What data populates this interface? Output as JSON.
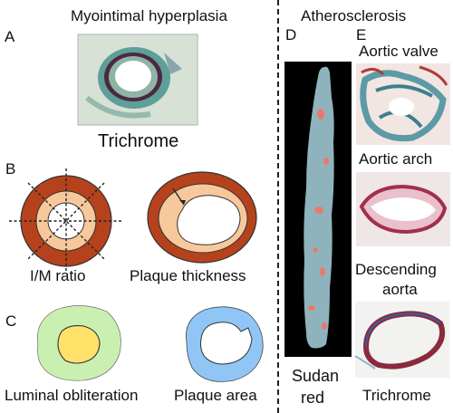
{
  "left": {
    "heading": "Myointimal hyperplasia",
    "panel_a": {
      "letter": "A",
      "caption": "Trichrome"
    },
    "panel_b": {
      "letter": "B",
      "caption_1": "I/M ratio",
      "caption_2": "Plaque thickness"
    },
    "panel_c": {
      "letter": "C",
      "caption_1": "Luminal obliteration",
      "caption_2": "Plaque area"
    }
  },
  "right": {
    "heading": "Atherosclerosis",
    "panel_d": {
      "letter": "D",
      "caption_line1": "Sudan",
      "caption_line2": "red"
    },
    "panel_e": {
      "letter": "E",
      "label_1": "Aortic valve",
      "label_2": "Aortic arch",
      "label_3_line1": "Descending",
      "label_3_line2": "aorta",
      "caption": "Trichrome"
    }
  },
  "colors": {
    "media": "#b5421c",
    "intima": "#f7c89b",
    "occluded_outer": "#c9f0b0",
    "occluded_inner": "#ffe16a",
    "plaque_area": "#8fc6f5",
    "trichrome_green": "#5fa8a0",
    "trichrome_red": "#a0304a",
    "sudan_bg": "#000000",
    "aorta_blue": "#8fb3bd",
    "sudan_lipid": "#e87a6a"
  },
  "icons": [
    "dashed-divider",
    "histology-micrograph",
    "schematic-vessel-ring",
    "en-face-aorta"
  ]
}
